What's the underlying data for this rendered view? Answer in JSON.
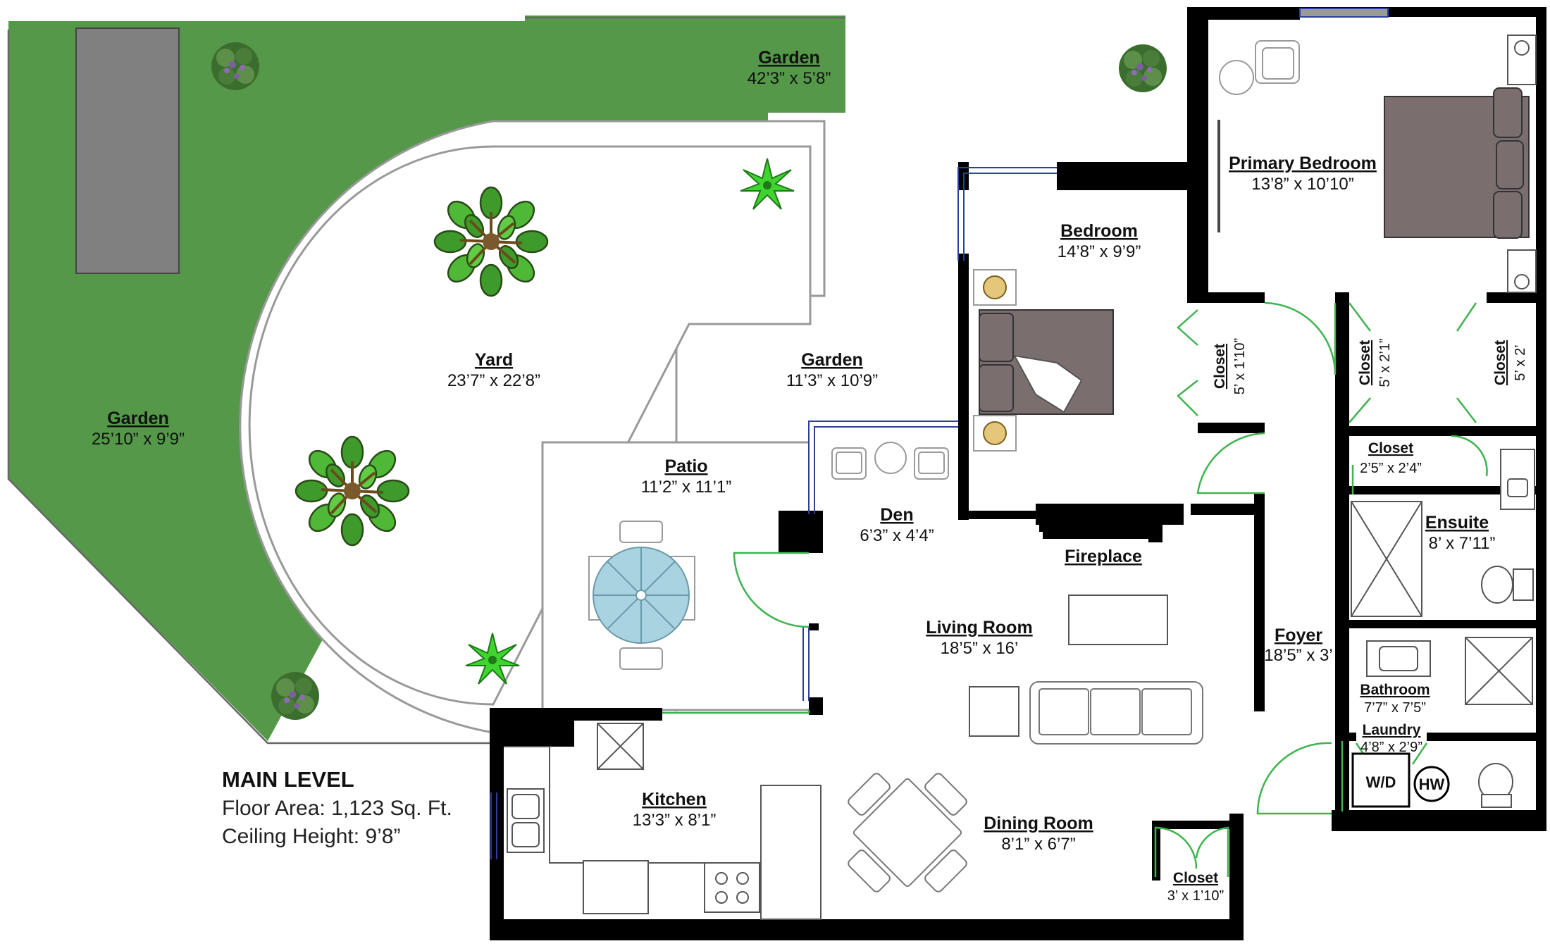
{
  "level": {
    "title": "MAIN LEVEL",
    "floor_area": "Floor Area: 1,123 Sq. Ft.",
    "ceiling_height": "Ceiling Height: 9’8”"
  },
  "rooms": {
    "garden_top": {
      "name": "Garden",
      "dim": "42’3” x 5’8”"
    },
    "garden_left": {
      "name": "Garden",
      "dim": "25’10” x 9’9”"
    },
    "yard": {
      "name": "Yard",
      "dim": "23’7” x 22’8”"
    },
    "garden_mid": {
      "name": "Garden",
      "dim": "11’3” x 10’9”"
    },
    "patio": {
      "name": "Patio",
      "dim": "11’2” x 11’1”"
    },
    "den": {
      "name": "Den",
      "dim": "6’3” x 4’4”"
    },
    "bedroom": {
      "name": "Bedroom",
      "dim": "14’8” x 9’9”"
    },
    "primary_bedroom": {
      "name": "Primary Bedroom",
      "dim": "13’8” x 10’10”"
    },
    "closet_bedroom": {
      "name": "Closet",
      "dim": "5’ x 1’10”"
    },
    "closet_primary_a": {
      "name": "Closet",
      "dim": "5’ x 2’1”"
    },
    "closet_primary_b": {
      "name": "Closet",
      "dim": "5’ x 2’"
    },
    "closet_ensuite": {
      "name": "Closet",
      "dim": "2’5” x 2’4”"
    },
    "ensuite": {
      "name": "Ensuite",
      "dim": "8’ x 7’11”"
    },
    "fireplace": {
      "name": "Fireplace"
    },
    "living_room": {
      "name": "Living Room",
      "dim": "18’5” x 16’"
    },
    "foyer": {
      "name": "Foyer",
      "dim": "18’5” x 3’"
    },
    "bathroom": {
      "name": "Bathroom",
      "dim": "7’7” x 7’5”"
    },
    "laundry": {
      "name": "Laundry",
      "dim": "4’8” x 2’9”"
    },
    "kitchen": {
      "name": "Kitchen",
      "dim": "13’3” x 8’1”"
    },
    "dining_room": {
      "name": "Dining Room",
      "dim": "8’1” x 6’7”"
    },
    "closet_entry": {
      "name": "Closet",
      "dim": "3’ x 1’10”"
    }
  },
  "appliances": {
    "washer_dryer": "W/D",
    "hot_water": "HW"
  },
  "colors": {
    "grass": "#55984a",
    "wall": "#000000",
    "furniture": "#7a6e6e",
    "door": "#3fb34f",
    "window": "#2a3f9e",
    "table_top": "#a9d3e1",
    "path": "#808080"
  },
  "icons": {
    "tree": "tree-icon",
    "shrub": "shrub-icon",
    "palm": "palm-plant-icon"
  }
}
